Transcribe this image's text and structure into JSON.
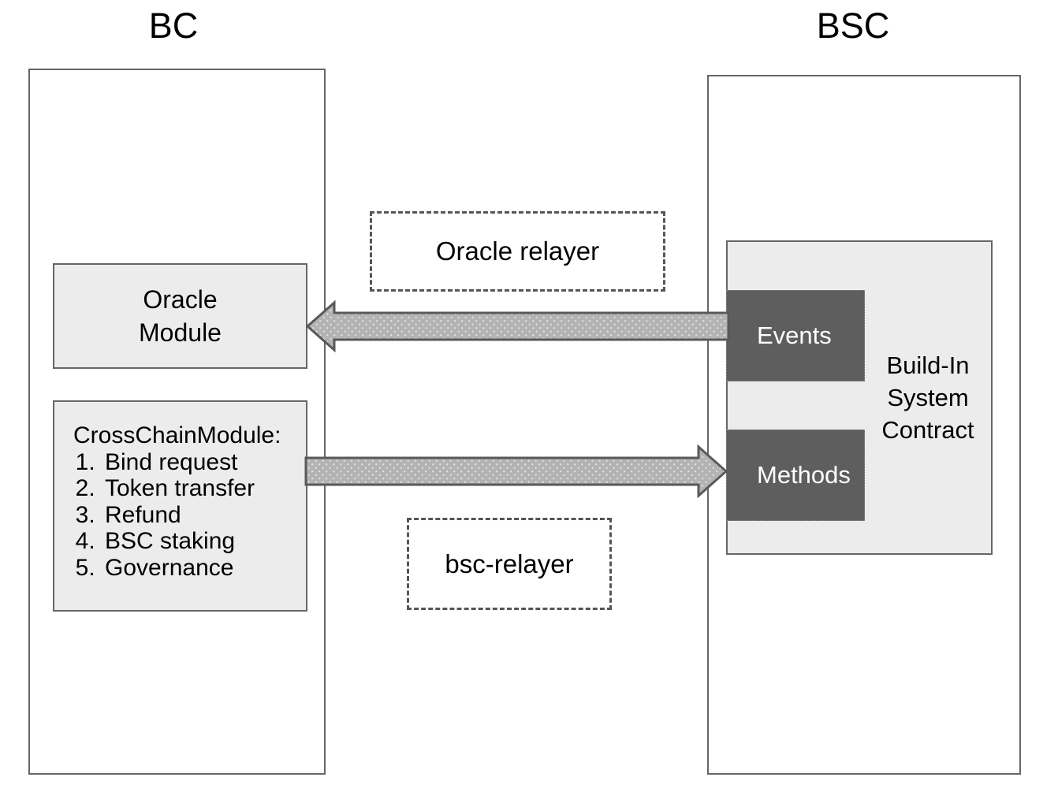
{
  "diagram": {
    "title_left": "BC",
    "title_right": "BSC",
    "colors": {
      "module_fill": "#ececec",
      "module_border": "#666666",
      "dark_box_fill": "#5e5e5e",
      "dark_box_text": "#ffffff",
      "arrow_fill": "#b3b3b3",
      "arrow_border": "#595959",
      "dashed_border": "#555555",
      "background": "#ffffff",
      "text": "#000000"
    }
  },
  "bc": {
    "oracle_module": {
      "line1": "Oracle",
      "line2": "Module"
    },
    "crosschain_module": {
      "title": "CrossChainModule:",
      "items": [
        "Bind request",
        "Token transfer",
        "Refund",
        "BSC staking",
        "Governance"
      ]
    }
  },
  "relayers": {
    "oracle_relayer_label": "Oracle relayer",
    "bsc_relayer_label": "bsc-relayer"
  },
  "bsc": {
    "system_contract": {
      "label_line1": "Build-In",
      "label_line2": "System",
      "label_line3": "Contract",
      "events_label": "Events",
      "methods_label": "Methods"
    }
  },
  "arrows": [
    {
      "name": "bsc-events-to-bc-oracle-module",
      "direction": "right-to-left",
      "from": "Events",
      "to": "Oracle Module",
      "via": "Oracle relayer"
    },
    {
      "name": "bc-crosschain-to-bsc-methods",
      "direction": "left-to-right",
      "from": "CrossChainModule",
      "to": "Methods",
      "via": "bsc-relayer"
    }
  ]
}
